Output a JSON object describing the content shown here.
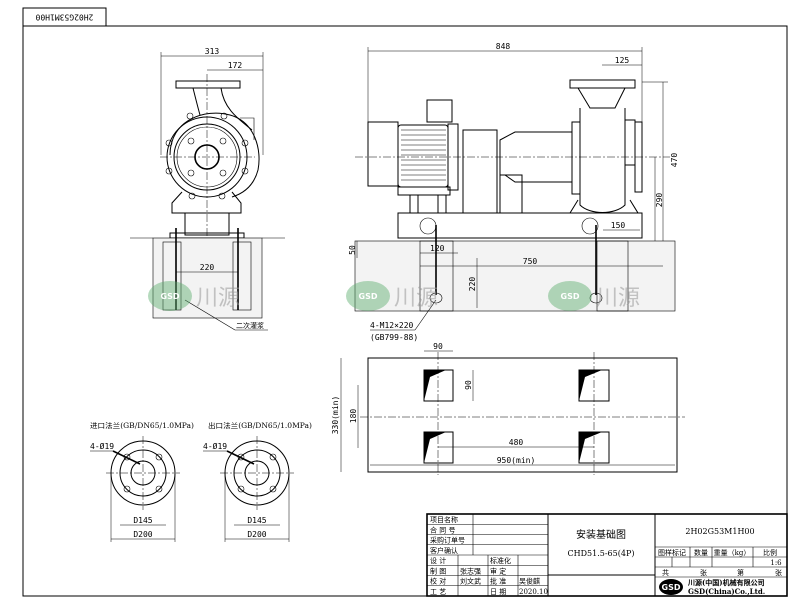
{
  "drawing_number": "2H02G53M1H00",
  "front_view": {
    "dim_overall_width": "313",
    "dim_flange_offset": "172",
    "dim_bolt_spacing": "220",
    "grout_label": "二次灌浆"
  },
  "side_view": {
    "dim_overall_length": "848",
    "dim_outlet_offset": "125",
    "dim_height": "470",
    "dim_shaft_height": "290",
    "dim_bolt_edge": "150",
    "dim_left_edge": "120",
    "dim_bolt_spacing": "750",
    "dim_grout": "50",
    "dim_pit_depth": "220",
    "anchor_bolt": "4-M12×220",
    "anchor_standard": "(GB799-88)"
  },
  "plan_view": {
    "dim_pit_width": "90",
    "dim_pit_height": "90",
    "dim_row_spacing": "180",
    "dim_col_spacing": "480",
    "dim_total_width": "330(min)",
    "dim_total_length": "950(min)"
  },
  "flanges": [
    {
      "title": "进口法兰(GB/DN65/1.0MPa)",
      "holes": "4-Ø19",
      "d_inner": "D145",
      "d_outer": "D200"
    },
    {
      "title": "出口法兰(GB/DN65/1.0MPa)",
      "holes": "4-Ø19",
      "d_inner": "D145",
      "d_outer": "D200"
    }
  ],
  "watermark": {
    "logo": "GSD",
    "text": "川源"
  },
  "title_block": {
    "rows": [
      {
        "label": "项目名称",
        "value": "",
        "label2": "",
        "value2": ""
      },
      {
        "label": "合 同 号",
        "value": "",
        "label2": "",
        "value2": ""
      },
      {
        "label": "采购订单号",
        "value": "",
        "label2": "",
        "value2": ""
      },
      {
        "label": "客户确认",
        "value": "",
        "label2": "",
        "value2": ""
      },
      {
        "label": "设  计",
        "value": "",
        "label2": "标准化",
        "value2": ""
      },
      {
        "label": "制  图",
        "value": "张志强",
        "label2": "审  定",
        "value2": ""
      },
      {
        "label": "校  对",
        "value": "刘文武",
        "label2": "批  准",
        "value2": "吴俊麒"
      },
      {
        "label": "工  艺",
        "value": "",
        "label2": "日  期",
        "value2": "2020.10"
      }
    ],
    "drawing_title": "安装基础图",
    "model": "CHD51.5-65(4P)",
    "drawing_number": "2H02G53M1H00",
    "headers": [
      "图样标记",
      "数量",
      "重量（kg）",
      "比例"
    ],
    "scale": "1:6",
    "sheet_row": [
      "共",
      "张",
      "第",
      "张"
    ],
    "company_cn": "川源(中国)机械有限公司",
    "company_en": "GSD(China)Co.,Ltd.",
    "logo": "GSD"
  }
}
